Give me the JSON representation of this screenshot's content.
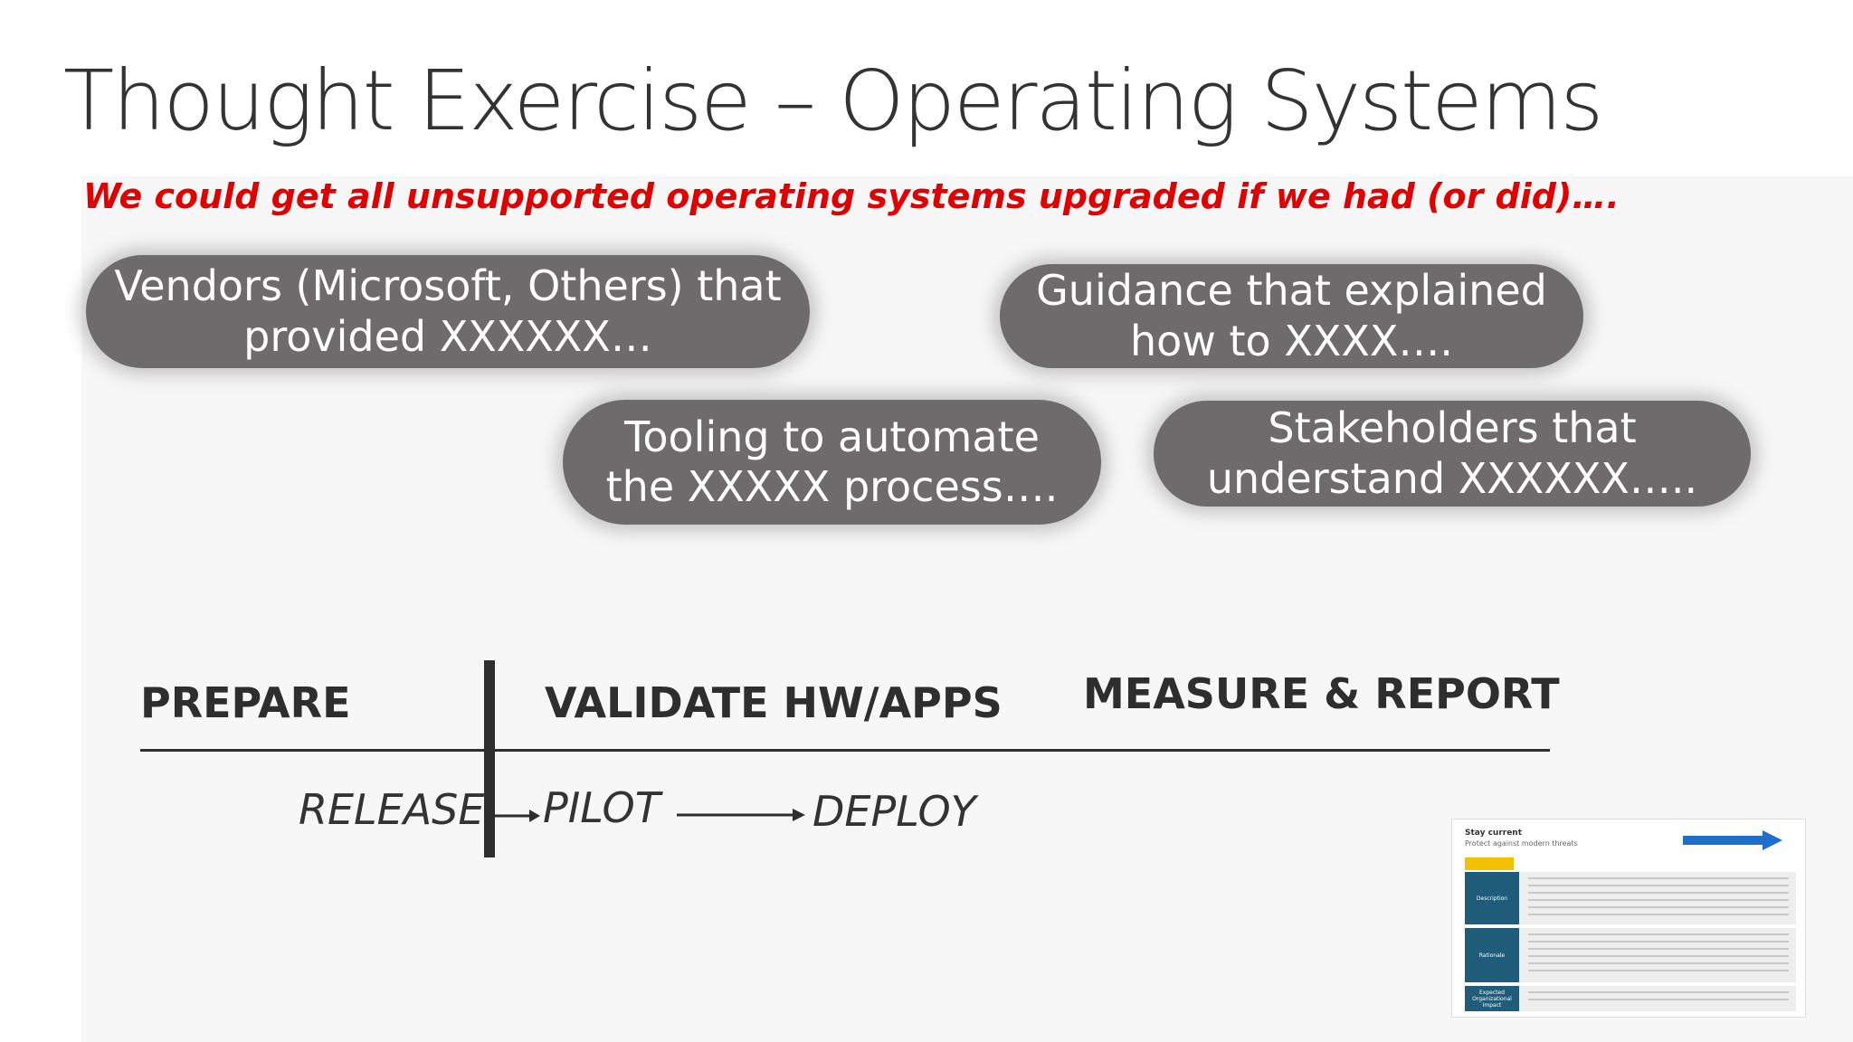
{
  "title": "Thought Exercise – Operating Systems",
  "subtitle": "We could get all unsupported operating systems upgraded if we had (or did)….",
  "pills": [
    {
      "line1": "Vendors (Microsoft, Others) that",
      "line2": "provided XXXXXX…"
    },
    {
      "line1": "Guidance that explained",
      "line2": "how to XXXX…."
    },
    {
      "line1": "Tooling to automate",
      "line2": "the  XXXXX process…."
    },
    {
      "line1": "Stakeholders that",
      "line2": "understand XXXXXX….."
    }
  ],
  "phases": {
    "prepare": "PREPARE",
    "validate": "VALIDATE HW/APPS",
    "measure": "MEASURE & REPORT"
  },
  "stages": {
    "release": "RELEASE",
    "pilot": "PILOT",
    "deploy": "DEPLOY"
  },
  "thumbnail": {
    "title": "Stay current",
    "subtitle": "Protect against modern threats",
    "rows": [
      "Description",
      "Rationale",
      "Expected Organizational Impact"
    ]
  },
  "colors": {
    "title": "#333333",
    "subtitle": "#e10000",
    "pill": "#6d6b6c",
    "text_dark": "#2e2e2e"
  }
}
